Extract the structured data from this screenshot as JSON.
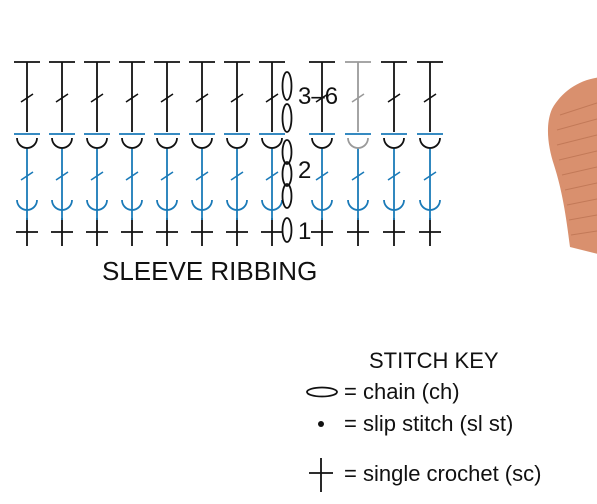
{
  "diagram": {
    "title": "SLEEVE RIBBING",
    "row_labels": [
      "1",
      "2",
      "3–6"
    ],
    "colors": {
      "base": "#111111",
      "rib_blue": "#1a7ab8",
      "faded": "#9a9a9a",
      "yarn_photo": "#d9906e"
    },
    "grid": {
      "columns": 12,
      "faded_column": 9,
      "turn_after_column": 8
    },
    "icons": {
      "chain": "oval-icon",
      "slip_stitch": "dot-icon",
      "single_crochet": "cross-icon"
    }
  },
  "stitch_key": {
    "title": "STITCH KEY",
    "items": [
      {
        "symbol": "chain",
        "label": "= chain (ch)"
      },
      {
        "symbol": "slip_stitch",
        "label": "= slip stitch (sl st)"
      },
      {
        "symbol": "single_crochet",
        "label": "= single crochet (sc)"
      }
    ]
  }
}
